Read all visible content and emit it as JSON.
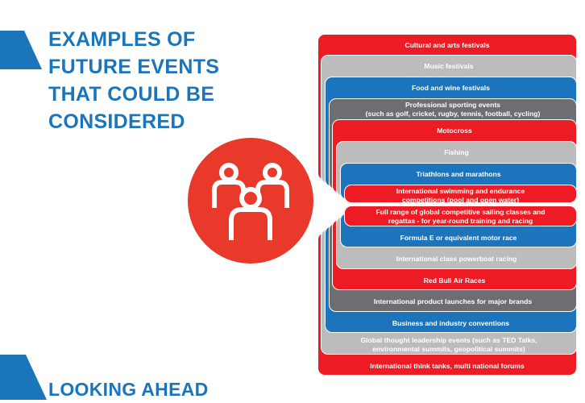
{
  "heading": {
    "line1": "EXAMPLES OF",
    "line2": "FUTURE EVENTS",
    "line3": "THAT COULD BE",
    "line4": "CONSIDERED"
  },
  "footer_heading": "LOOKING AHEAD",
  "colors": {
    "red": "#ed1c24",
    "gray": "#bcbcbc",
    "blue": "#1c75bc",
    "dark": "#6d6e71",
    "accent": "#1b75bb",
    "circle": "#e8392a"
  },
  "icon": "people-group-icon",
  "events": [
    {
      "label": "Cultural and arts festivals",
      "color": "red"
    },
    {
      "label": "Music festivals",
      "color": "gray"
    },
    {
      "label": "Food and wine festivals",
      "color": "blue"
    },
    {
      "label": "Professional sporting events\n(such as golf, cricket, rugby, tennis, football, cycling)",
      "color": "dark"
    },
    {
      "label": "Motocross",
      "color": "red"
    },
    {
      "label": "Fishing",
      "color": "gray"
    },
    {
      "label": "Triathlons and marathons",
      "color": "blue"
    },
    {
      "label": "International swimming and endurance\ncompetitions (pool and open water)",
      "color": "red"
    },
    {
      "label": "Full range of global competitive sailing classes and\nregattas - for year-round training and racing",
      "color": "red"
    },
    {
      "label": "Formula E or equivalent motor race",
      "color": "blue"
    },
    {
      "label": "International class powerboat racing",
      "color": "gray"
    },
    {
      "label": "Red Bull Air Races",
      "color": "red"
    },
    {
      "label": "International product launches for major brands",
      "color": "dark"
    },
    {
      "label": "Business and industry conventions",
      "color": "blue"
    },
    {
      "label": "Global thought leadership events (such as TED Talks,\nenvironmental summits, geopolitical summits)",
      "color": "gray"
    },
    {
      "label": "International think tanks, multi national forums",
      "color": "red"
    }
  ]
}
